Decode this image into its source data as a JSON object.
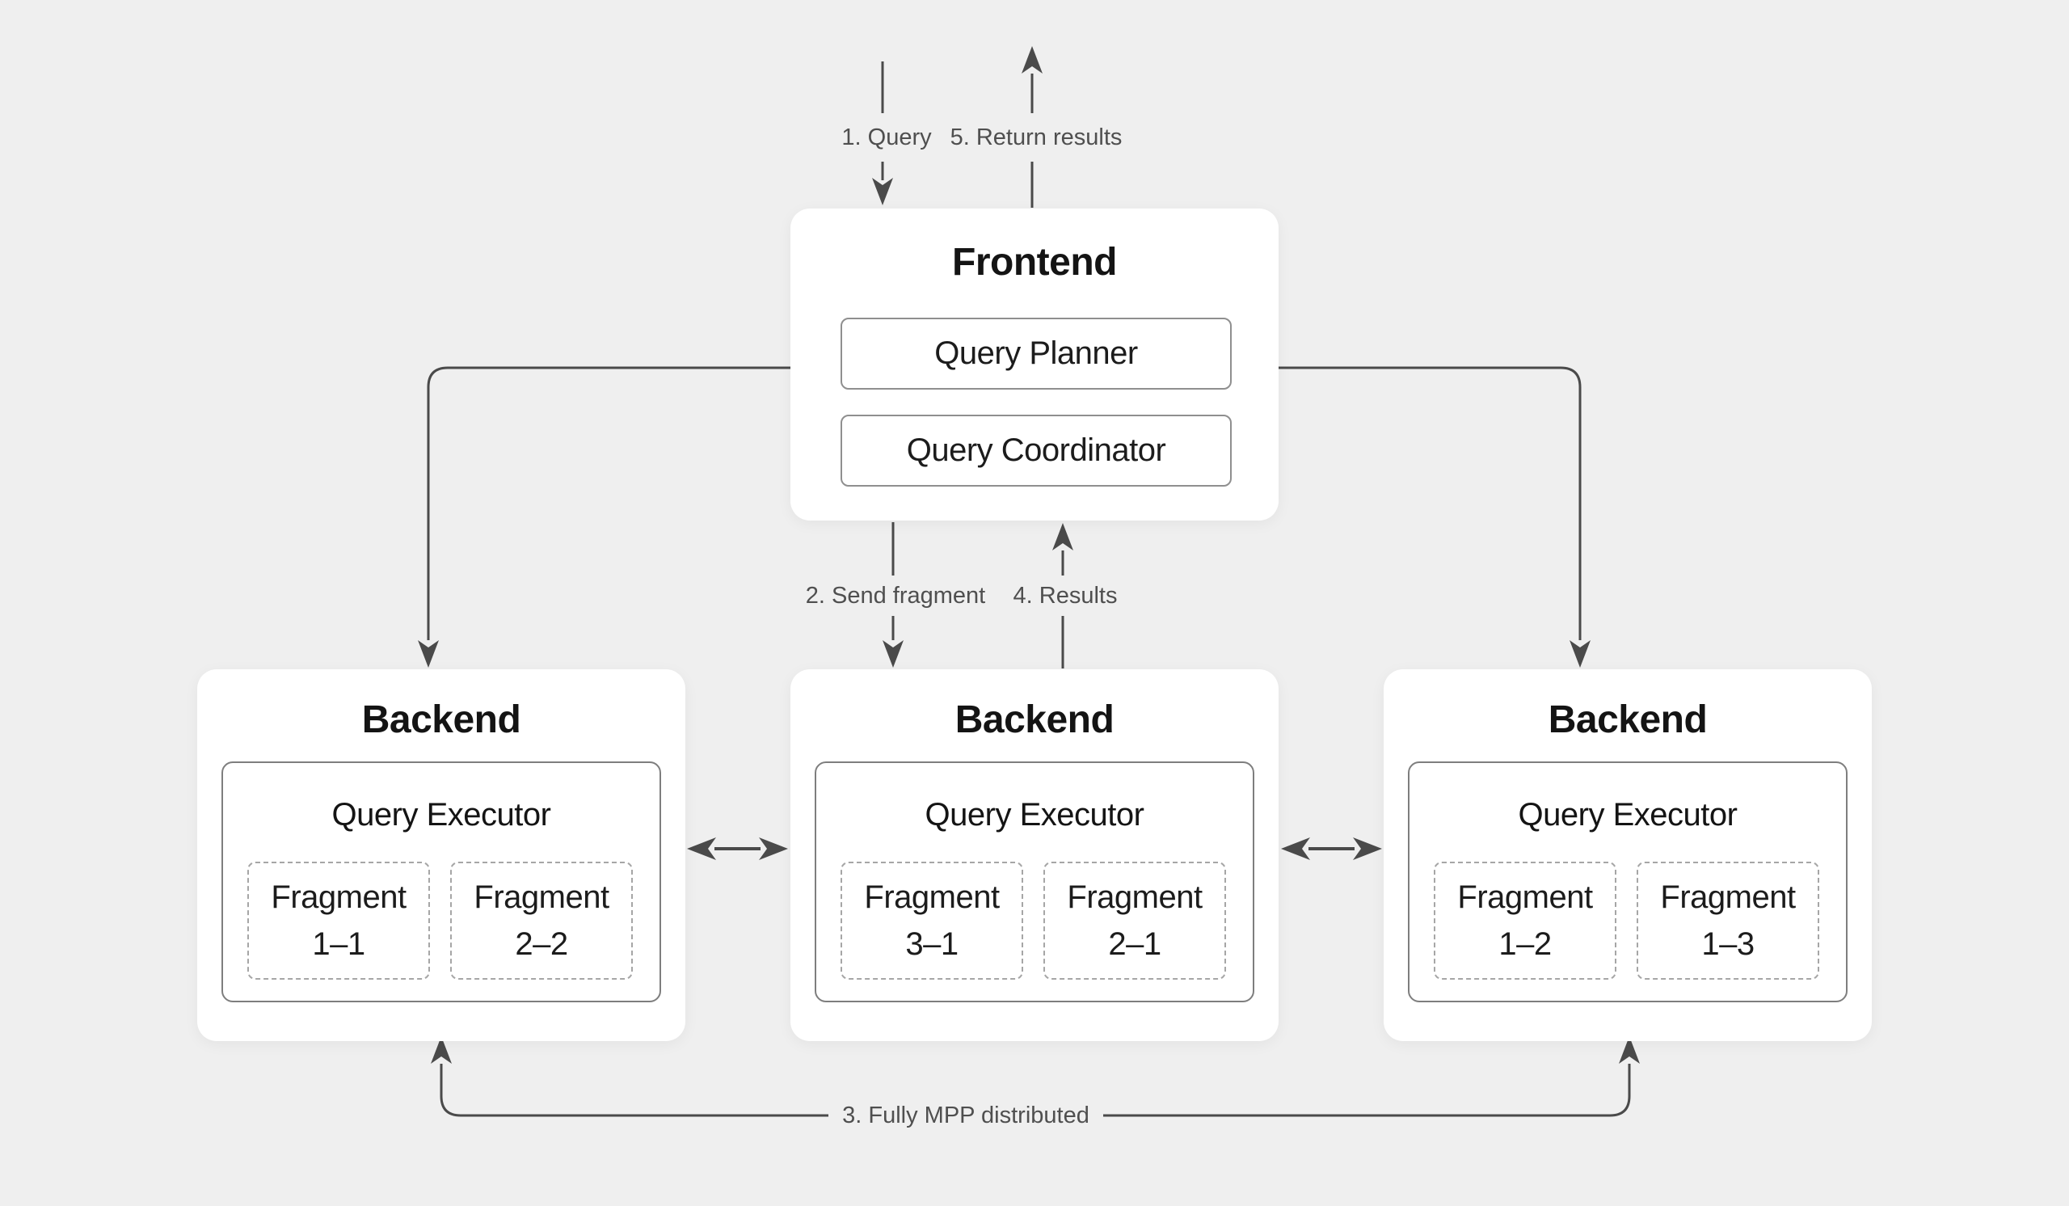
{
  "frontend": {
    "title": "Frontend",
    "components": [
      {
        "label": "Query Planner"
      },
      {
        "label": "Query Coordinator"
      }
    ]
  },
  "backends": [
    {
      "title": "Backend",
      "executor": {
        "title": "Query Executor",
        "fragments": [
          {
            "name": "Fragment",
            "id": "1–1"
          },
          {
            "name": "Fragment",
            "id": "2–2"
          }
        ]
      }
    },
    {
      "title": "Backend",
      "executor": {
        "title": "Query Executor",
        "fragments": [
          {
            "name": "Fragment",
            "id": "3–1"
          },
          {
            "name": "Fragment",
            "id": "2–1"
          }
        ]
      }
    },
    {
      "title": "Backend",
      "executor": {
        "title": "Query Executor",
        "fragments": [
          {
            "name": "Fragment",
            "id": "1–2"
          },
          {
            "name": "Fragment",
            "id": "1–3"
          }
        ]
      }
    }
  ],
  "flow_labels": {
    "step1": "1. Query",
    "step2": "2. Send fragment",
    "step3": "3. Fully MPP distributed",
    "step4": "4. Results",
    "step5": "5. Return results"
  },
  "colors": {
    "background": "#efefef",
    "box_fill": "#ffffff",
    "connector": "#4a4a4a",
    "label_text": "#4f4f4f",
    "title_text": "#141414",
    "component_border": "#8f8f8f",
    "fragment_dashed_border": "#a6a6a6"
  }
}
